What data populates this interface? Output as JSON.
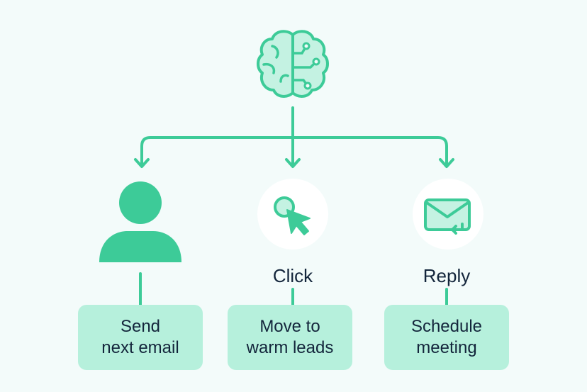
{
  "colors": {
    "background": "#f3fbfa",
    "accent": "#3dcb98",
    "accent_light": "#c4f2e2",
    "card": "#b6f0dc",
    "text": "#13253b",
    "circle": "#ffffff"
  },
  "top_node": {
    "icon": "brain-circuit-icon"
  },
  "branches": [
    {
      "icon": "person-icon",
      "label": "",
      "action_lines": [
        "Send",
        "next email"
      ]
    },
    {
      "icon": "cursor-click-icon",
      "label": "Click",
      "action_lines": [
        "Move to",
        "warm leads"
      ]
    },
    {
      "icon": "email-reply-icon",
      "label": "Reply",
      "action_lines": [
        "Schedule",
        "meeting"
      ]
    }
  ]
}
